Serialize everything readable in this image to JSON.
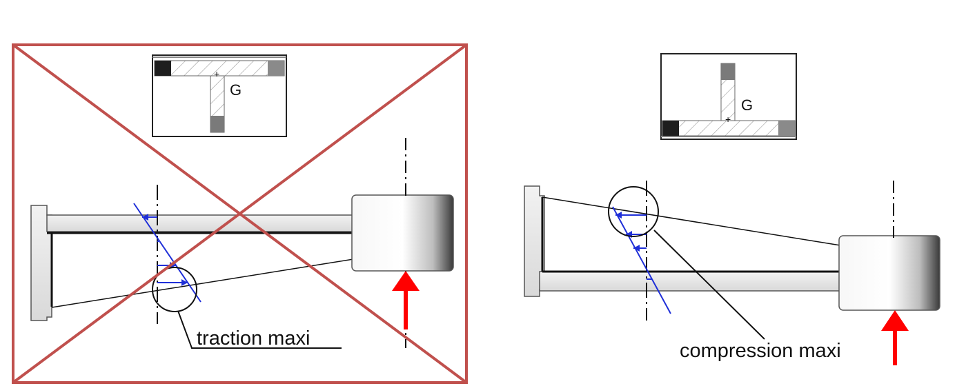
{
  "left": {
    "section_label": "G",
    "callout_label": "traction maxi",
    "crossed_out": true
  },
  "right": {
    "section_label": "G",
    "callout_label": "compression maxi"
  },
  "colors": {
    "cross": "#c0504d",
    "stress": "#1f2fd8",
    "force": "#ff0000",
    "outline": "#111111"
  }
}
